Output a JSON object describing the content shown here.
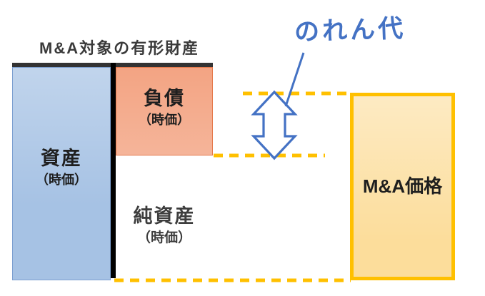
{
  "title": "M&A対象の有形財産",
  "goodwill": {
    "label": "のれん代"
  },
  "boxes": {
    "assets": {
      "label": "資産",
      "sublabel": "（時価）"
    },
    "liabilities": {
      "label": "負債",
      "sublabel": "（時価）"
    },
    "net_assets": {
      "label": "純資産",
      "sublabel": "（時価）"
    },
    "ma_price": {
      "label": "M&A価格"
    }
  },
  "colors": {
    "title": "#3A3A3A",
    "bar": "#333333",
    "assets": "#A6C2E4",
    "assets_border": "#7C9FD0",
    "liabilities": "#F3A483",
    "liabilities_border": "#E5794B",
    "price_fill": "#FCDD9B",
    "price_border": "#FFC000",
    "dash": "#FFC000",
    "arrow": "#4472C4",
    "label_text": "#1F1F1F",
    "net_label_text": "#3D3D3D"
  }
}
